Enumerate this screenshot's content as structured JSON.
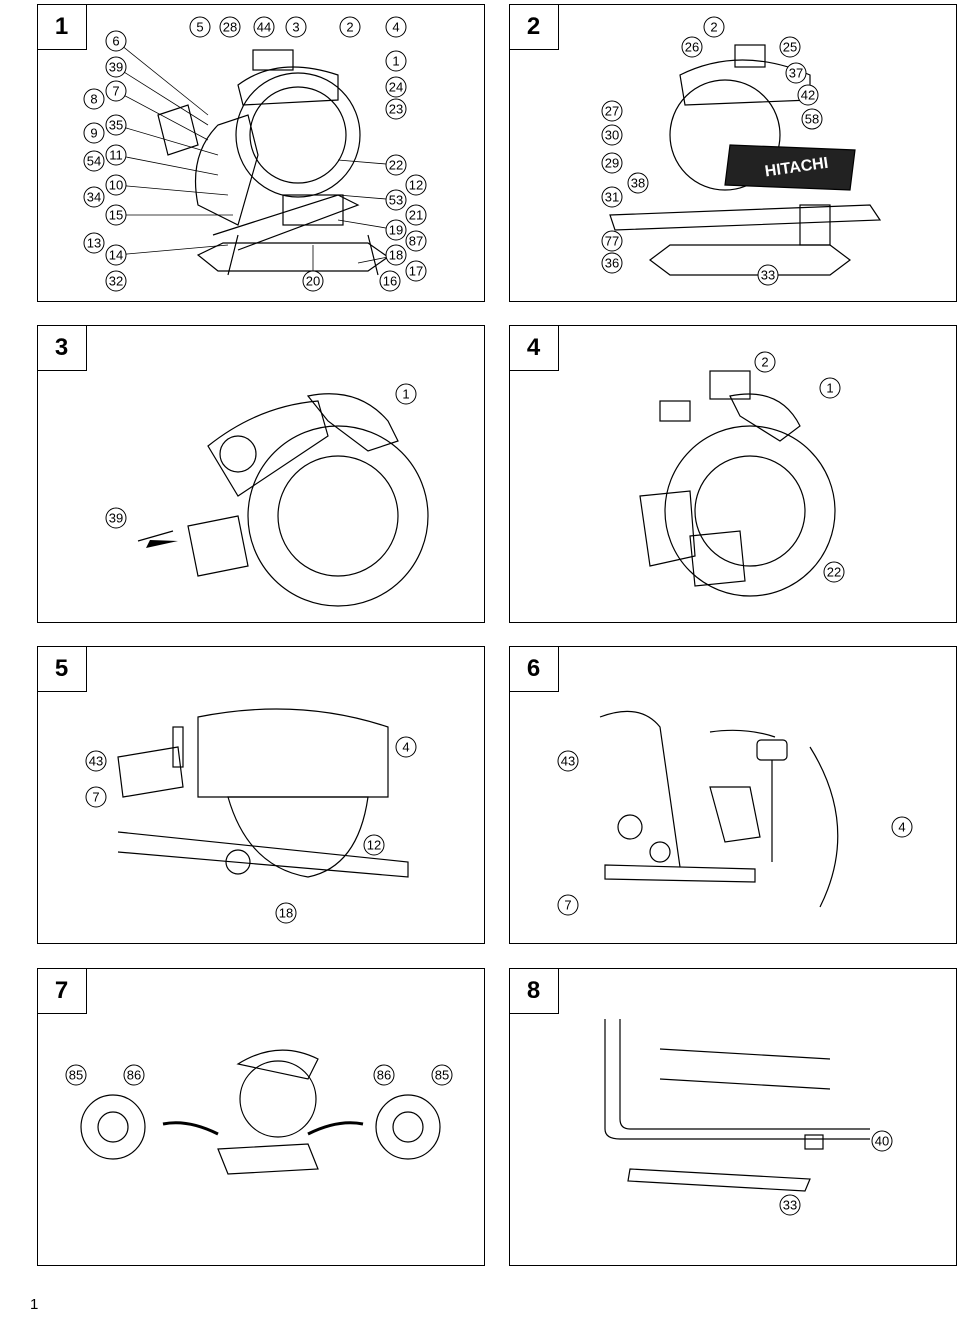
{
  "page": {
    "number": "1"
  },
  "figures": [
    {
      "id": "1",
      "callouts": [
        "6",
        "39",
        "7",
        "8",
        "35",
        "9",
        "11",
        "54",
        "10",
        "34",
        "15",
        "13",
        "14",
        "32",
        "5",
        "28",
        "44",
        "3",
        "2",
        "4",
        "1",
        "24",
        "23",
        "22",
        "12",
        "53",
        "21",
        "19",
        "87",
        "18",
        "17",
        "16",
        "20"
      ]
    },
    {
      "id": "2",
      "callouts": [
        "26",
        "2",
        "25",
        "37",
        "42",
        "58",
        "27",
        "30",
        "29",
        "38",
        "31",
        "77",
        "36",
        "33"
      ],
      "brand": "HITACHI"
    },
    {
      "id": "3",
      "callouts": [
        "1",
        "39"
      ]
    },
    {
      "id": "4",
      "callouts": [
        "2",
        "1",
        "22"
      ]
    },
    {
      "id": "5",
      "callouts": [
        "43",
        "4",
        "7",
        "12",
        "18"
      ]
    },
    {
      "id": "6",
      "callouts": [
        "43",
        "4",
        "7"
      ]
    },
    {
      "id": "7",
      "callouts": [
        "85",
        "86",
        "86",
        "85"
      ]
    },
    {
      "id": "8",
      "callouts": [
        "40",
        "33"
      ]
    }
  ]
}
